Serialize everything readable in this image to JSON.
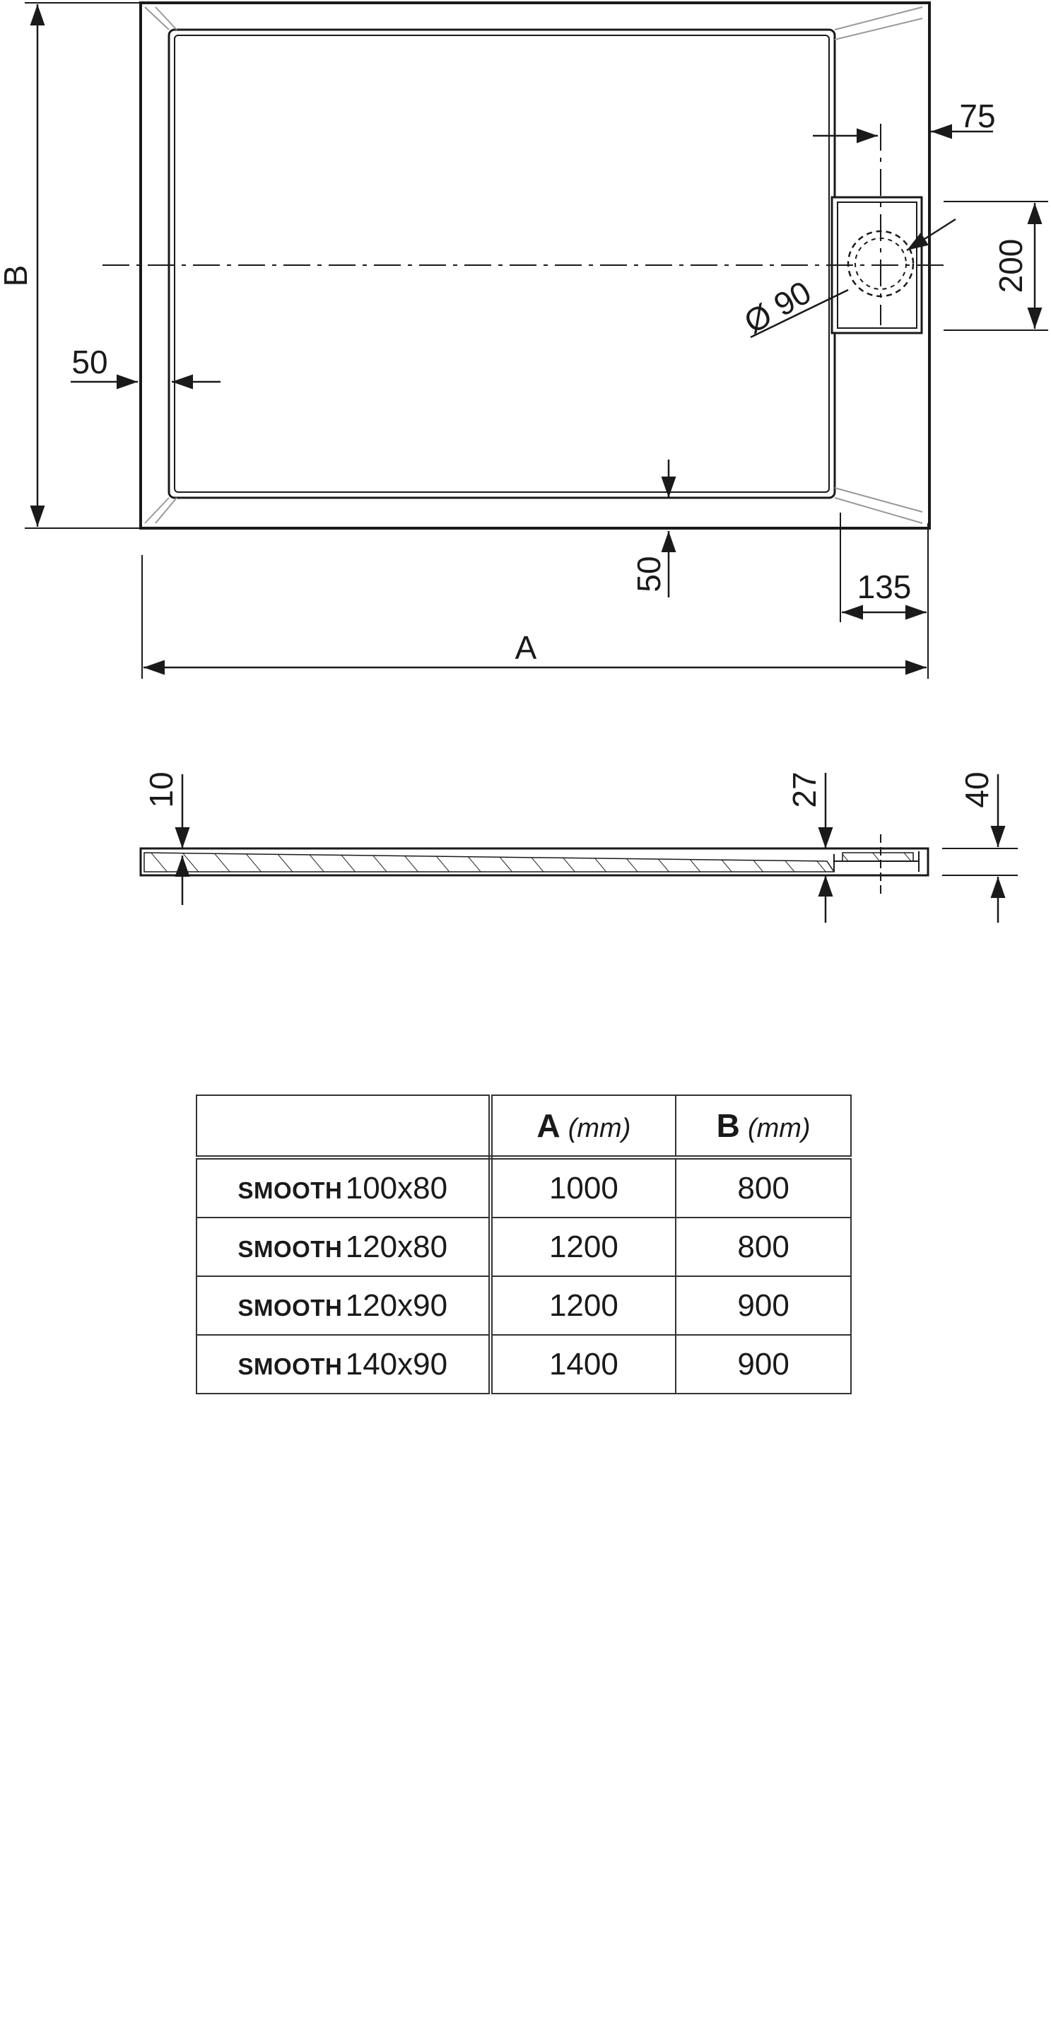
{
  "plan_view": {
    "labels": {
      "A": "A",
      "B": "B",
      "rim_left": "50",
      "rim_bottom": "50",
      "drain_offset": "75",
      "drain_width": "200",
      "drain_diameter": "Ø 90",
      "drain_length": "135"
    }
  },
  "section_view": {
    "labels": {
      "edge_thickness": "10",
      "drain_thickness": "27",
      "total_height": "40"
    }
  },
  "table": {
    "header": {
      "model": "",
      "a_letter": "A",
      "a_unit": "(mm)",
      "b_letter": "B",
      "b_unit": "(mm)"
    },
    "rows": [
      {
        "brand": "SMOOTH",
        "size": "100x80",
        "a": "1000",
        "b": "800"
      },
      {
        "brand": "SMOOTH",
        "size": "120x80",
        "a": "1200",
        "b": "800"
      },
      {
        "brand": "SMOOTH",
        "size": "120x90",
        "a": "1200",
        "b": "900"
      },
      {
        "brand": "SMOOTH",
        "size": "140x90",
        "a": "1400",
        "b": "900"
      }
    ]
  }
}
